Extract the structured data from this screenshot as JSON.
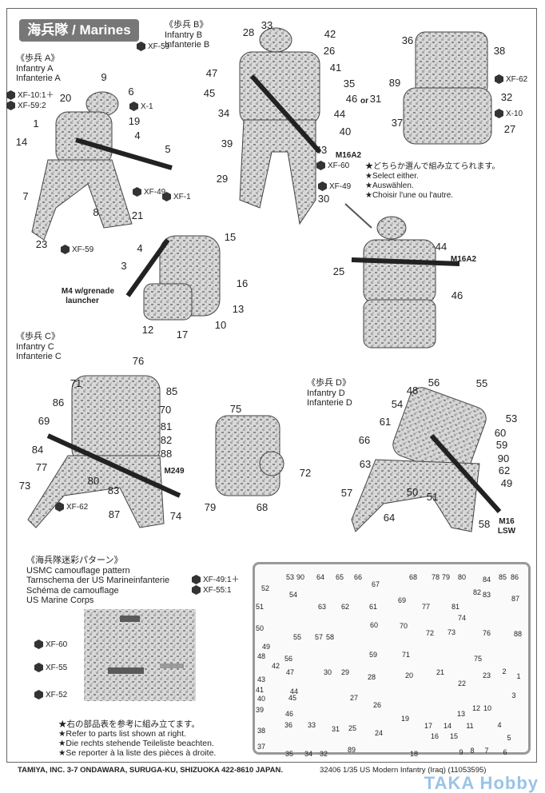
{
  "title": "海兵隊 / Marines",
  "fig_a": {
    "header": [
      "《歩兵 A》",
      "Infantry A",
      "Infanterie A"
    ],
    "callouts": [
      "XF-59",
      "9",
      "6",
      "X-1",
      "XF-10:1＋",
      "XF-59:2",
      "20",
      "19",
      "1",
      "4",
      "14",
      "5",
      "XF-49",
      "XF-1",
      "7",
      "8",
      "21",
      "23",
      "XF-59"
    ],
    "sub_callouts": [
      "4",
      "15",
      "3",
      "16",
      "M4 w/grenade",
      "launcher",
      "13",
      "12",
      "17",
      "10"
    ]
  },
  "fig_b": {
    "header": [
      "《歩兵 B》",
      "Infantry B",
      "Infanterie B"
    ],
    "callouts": [
      "33",
      "42",
      "28",
      "26",
      "41",
      "47",
      "35",
      "45",
      "46",
      "or",
      "31",
      "34",
      "44",
      "40",
      "39",
      "43",
      "M16A2",
      "XF-60",
      "29",
      "XF-49",
      "30"
    ],
    "notes": [
      "★どちらか選んで組み立てられます。",
      "★Select either.",
      "★Auswählen.",
      "★Choisir l'une ou l'autre."
    ],
    "pack_callouts": [
      "36",
      "38",
      "89",
      "XF-62",
      "32",
      "X-10",
      "37",
      "27"
    ],
    "alt_callouts": [
      "44",
      "M16A2",
      "25",
      "46"
    ]
  },
  "fig_c": {
    "header": [
      "《歩兵 C》",
      "Infantry C",
      "Infanterie C"
    ],
    "callouts": [
      "76",
      "71",
      "85",
      "86",
      "70",
      "69",
      "81",
      "82",
      "84",
      "88",
      "77",
      "M249",
      "80",
      "73",
      "83",
      "XF-62",
      "87",
      "74"
    ],
    "pack_callouts": [
      "75",
      "72",
      "79",
      "68"
    ]
  },
  "fig_d": {
    "header": [
      "《歩兵 D》",
      "Infantry D",
      "Infanterie D"
    ],
    "callouts": [
      "56",
      "55",
      "48",
      "54",
      "53",
      "61",
      "60",
      "66",
      "59",
      "90",
      "63",
      "62",
      "49",
      "57",
      "50",
      "51",
      "64",
      "58",
      "M16",
      "LSW"
    ]
  },
  "camo": {
    "header": [
      "《海兵隊迷彩パターン》",
      "USMC camouflage pattern",
      "Tarnschema der US Marineinfanterie",
      "Schéma de camouflage",
      "US Marine Corps"
    ],
    "callouts": [
      "XF-49:1＋",
      "XF-55:1",
      "XF-60",
      "XF-55",
      "XF-52"
    ],
    "colors": [
      "#d4d4d4",
      "#b8b8b8",
      "#9a9a9a",
      "#5a5a5a"
    ]
  },
  "notes": [
    "★右の部品表を参考に組み立てます。",
    "★Refer to parts list shown at right.",
    "★Die rechts stehende Teileliste beachten.",
    "★Se reporter à la liste des pièces à droite."
  ],
  "sprue_parts": [
    "53",
    "90",
    "64",
    "65",
    "66",
    "67",
    "52",
    "54",
    "63",
    "62",
    "61",
    "51",
    "68",
    "78",
    "79",
    "80",
    "82",
    "83",
    "84",
    "85",
    "86",
    "87",
    "69",
    "77",
    "81",
    "50",
    "55",
    "57",
    "58",
    "60",
    "70",
    "72",
    "73",
    "74",
    "76",
    "88",
    "49",
    "59",
    "71",
    "56",
    "75",
    "48",
    "42",
    "43",
    "47",
    "30",
    "29",
    "28",
    "20",
    "21",
    "23",
    "2",
    "1",
    "41",
    "44",
    "22",
    "3",
    "40",
    "45",
    "27",
    "26",
    "39",
    "46",
    "12",
    "10",
    "13",
    "19",
    "17",
    "14",
    "11",
    "4",
    "36",
    "33",
    "38",
    "31",
    "25",
    "24",
    "5",
    "16",
    "15",
    "37",
    "35",
    "34",
    "32",
    "89",
    "18",
    "9",
    "8",
    "7",
    "6"
  ],
  "footer": {
    "left": "TAMIYA, INC.  3-7 ONDAWARA, SURUGA-KU, SHIZUOKA 422-8610 JAPAN.",
    "right": "32406  1/35 US Modern Infantry (Iraq)  (11053595)",
    "watermark": "TAKA Hobby"
  }
}
